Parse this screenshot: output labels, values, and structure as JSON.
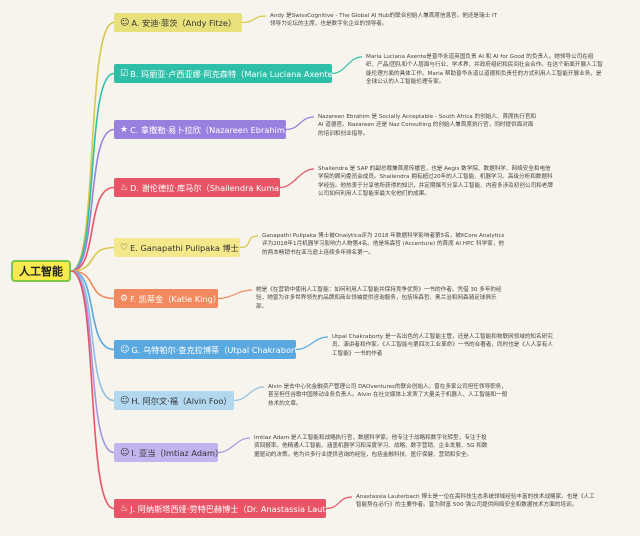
{
  "root": {
    "label": "人工智能"
  },
  "branches": [
    {
      "icon": "☺",
      "icon_name": "smiley-icon",
      "label": "A. 安迪·菲茨（Andy Fitze）",
      "color": "#e8e07a",
      "line": "#d6c84a",
      "text_color": "#333333",
      "desc": "Andy 是SwissCognitive - The Global AI Hub的联合创始人兼首席信息官。他还是瑞士 IT 领导力论坛的主席，也是数字化企业的领导者。"
    },
    {
      "icon": "☑",
      "icon_name": "checkbox-icon",
      "label": "B. 玛丽亚·卢西亚娜·阿克森特（Maria Luciana Axente）",
      "color": "#2dbfa8",
      "line": "#2dbfa8",
      "text_color": "#ffffff",
      "desc": "Maria Luciana Axente是普华永道英国负责 AI 和 AI for Good 的负责人。她领导公司在组织、产品/团队和个人层面与行业、学术界、并政府组织和民间社会合作。在这个新面开展人工智能伦理方面的具体工作。Maria 帮助普华永道以道德和负责任的方式利用人工智能开展业务，是全球公认的人工智能伦理专家。"
    },
    {
      "icon": "★",
      "icon_name": "star-icon",
      "label": "C. 拿撒勒·易卜拉欣（Nazareen Ebrahim）",
      "color": "#9a80de",
      "line": "#9a80de",
      "text_color": "#ffffff",
      "desc": "Nazareen Ebrahim 是 Socially Acceptable - South Africa 的创始人、首席执行官和 AI 道德官。Nazareen 还是 Naz Consulting 的创始人兼首席执行官，同时提供面对面的培训和创业指导。"
    },
    {
      "icon": "♨",
      "icon_name": "flame-icon",
      "label": "D. 谢伦德拉·库马尔（Shailendra Kumar）",
      "color": "#e85466",
      "line": "#e85466",
      "text_color": "#ffffff",
      "desc": "Shailendra 是 SAP 的副总裁兼首席传播官，也是 Aegis 数学院、数据科学、网络安全和电信学院的顾问委员会成员。Shailendra 拥有超过20年的人工智能、机器学习、高级分析和数据科学经验。他热衷于分享他所获得的知识，并定期撰写分享人工智能、内容多涉及初创公司和老牌公司如何利用人工智能来最大化他们的成果。"
    },
    {
      "icon": "♡",
      "icon_name": "heart-icon",
      "label": "E. Ganapathi Pulipaka 博士",
      "color": "#f4e88a",
      "line": "#d6c84a",
      "text_color": "#333333",
      "desc": "Ganapathi Pulipaka 博士被Onalytica评为 2018 年数据科学影响者第5名，被KCore Analytics评为2018年1月机器学习影响力人物第4名。他是埃森哲 (Accenture) 的首席 AI HPC 科学家，他的两本畅销书在亚马逊上连续多年排名第一。"
    },
    {
      "icon": "⚙",
      "icon_name": "gear-icon",
      "label": "F. 凯蒂金（Katie King）",
      "color": "#f2895e",
      "line": "#f2895e",
      "text_color": "#ffffff",
      "desc": "她是《在营销中使用人工智能：如何利用人工智能并保持竞争优势》一书的作者。凭借 30 多年的经验，她曾为许多世界领先的品牌和商业领袖提供咨询服务，包括埃森哲、奥兰治和网森骑足球俱乐部。"
    },
    {
      "icon": "☺",
      "icon_name": "smiley-icon",
      "label": "G. 乌特帕尔·查克拉博蒂（Utpal Chakraborty）",
      "color": "#5aa8e0",
      "line": "#5aa8e0",
      "text_color": "#ffffff",
      "desc": "Utpal Chakraborty 是一名出色的人工智能主管，还是人工智能和物联网领域的知名研究员、演讲者和作家。《人工智能与第四次工业革命》一书的合著者，同时也是《人人享有人工智能》一书的作者"
    },
    {
      "icon": "☺",
      "icon_name": "smiley-icon",
      "label": "H. 阿尔文·福（Alvin Foo）",
      "color": "#b2d8f0",
      "line": "#90c0e2",
      "text_color": "#333333",
      "desc": "Alvin 是去中心化金融资产管理公司 DAOventures的联合创始人。曾在多家公司担任领导职务，甚至担任谷歌中国移动业务负责人。Alvin 在社交媒体上发表了大量关于机器人、人工智能和一般技术的文章。"
    },
    {
      "icon": "☺",
      "icon_name": "smiley-icon",
      "label": "I. 亚当（Imtiaz Adam）",
      "color": "#c2b4ee",
      "line": "#a896e4",
      "text_color": "#333333",
      "desc": "Imtiaz Adam 是人工智能和战略执行官，数据科学家。他专注于战略和数字化转型，专注于投资回报率。他精通人工智能、涵盖机器学习和深度学习、战略、数字营销、企业发展、5G 和数据驱动的决策。他为许多行业提供咨询的经验，包括金融科技、医疗保健、营销和安全。"
    },
    {
      "icon": "♨",
      "icon_name": "flame-icon",
      "label": "J. 阿纳斯塔西娅·劳特巴赫博士（Dr. Anastassia Lauterbach）",
      "color": "#e85466",
      "line": "#e85466",
      "text_color": "#ffffff",
      "desc": "Anastassia Lauterbach 博士是一位在高科技生态系统领域经验丰富的技术战略家。也是《人工智能势在必行》的主要作者。曾为财富 500 强公司提供网络安全和数据技术方面的培训。"
    }
  ]
}
